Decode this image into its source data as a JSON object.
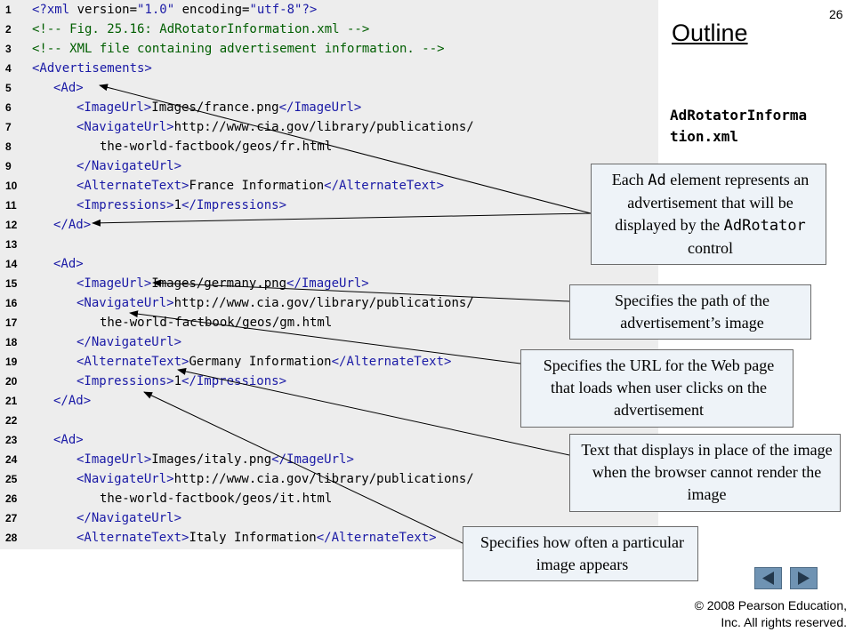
{
  "slide": {
    "number": "26",
    "title": "Outline",
    "file_label": "AdRotatorInforma tion.xml"
  },
  "code_lines": [
    {
      "n": "1",
      "indent": 0,
      "parts": [
        [
          "tag",
          "<?"
        ],
        [
          "tag",
          "xml "
        ],
        [
          "attr",
          "version="
        ],
        [
          "val",
          "\"1.0\" "
        ],
        [
          "attr",
          "encoding="
        ],
        [
          "val",
          "\"utf-8\""
        ],
        [
          "tag",
          "?>"
        ]
      ]
    },
    {
      "n": "2",
      "indent": 0,
      "parts": [
        [
          "comment",
          "<!-- Fig. 25.16: AdRotatorInformation.xml -->"
        ]
      ]
    },
    {
      "n": "3",
      "indent": 0,
      "parts": [
        [
          "comment",
          "<!-- XML file containing advertisement information. -->"
        ]
      ]
    },
    {
      "n": "4",
      "indent": 0,
      "parts": [
        [
          "tag",
          "<Advertisements>"
        ]
      ]
    },
    {
      "n": "5",
      "indent": 1,
      "parts": [
        [
          "tag",
          "<Ad>"
        ]
      ]
    },
    {
      "n": "6",
      "indent": 2,
      "parts": [
        [
          "tag",
          "<ImageUrl>"
        ],
        [
          "attr",
          "Images/france.png"
        ],
        [
          "tag",
          "</ImageUrl>"
        ]
      ]
    },
    {
      "n": "7",
      "indent": 2,
      "parts": [
        [
          "tag",
          "<NavigateUrl>"
        ],
        [
          "attr",
          "http://www.cia.gov/library/publications/"
        ]
      ]
    },
    {
      "n": "8",
      "indent": 3,
      "parts": [
        [
          "attr",
          "the-world-factbook/geos/fr.html"
        ]
      ]
    },
    {
      "n": "9",
      "indent": 2,
      "parts": [
        [
          "tag",
          "</NavigateUrl>"
        ]
      ]
    },
    {
      "n": "10",
      "indent": 2,
      "parts": [
        [
          "tag",
          "<AlternateText>"
        ],
        [
          "attr",
          "France Information"
        ],
        [
          "tag",
          "</AlternateText>"
        ]
      ]
    },
    {
      "n": "11",
      "indent": 2,
      "parts": [
        [
          "tag",
          "<Impressions>"
        ],
        [
          "attr",
          "1"
        ],
        [
          "tag",
          "</Impressions>"
        ]
      ]
    },
    {
      "n": "12",
      "indent": 1,
      "parts": [
        [
          "tag",
          "</Ad>"
        ]
      ]
    },
    {
      "n": "13",
      "indent": 0,
      "parts": []
    },
    {
      "n": "14",
      "indent": 1,
      "parts": [
        [
          "tag",
          "<Ad>"
        ]
      ]
    },
    {
      "n": "15",
      "indent": 2,
      "parts": [
        [
          "tag",
          "<ImageUrl>"
        ],
        [
          "attr",
          "Images/germany.png"
        ],
        [
          "tag",
          "</ImageUrl>"
        ]
      ]
    },
    {
      "n": "16",
      "indent": 2,
      "parts": [
        [
          "tag",
          "<NavigateUrl>"
        ],
        [
          "attr",
          "http://www.cia.gov/library/publications/"
        ]
      ]
    },
    {
      "n": "17",
      "indent": 3,
      "parts": [
        [
          "attr",
          "the-world-factbook/geos/gm.html"
        ]
      ]
    },
    {
      "n": "18",
      "indent": 2,
      "parts": [
        [
          "tag",
          "</NavigateUrl>"
        ]
      ]
    },
    {
      "n": "19",
      "indent": 2,
      "parts": [
        [
          "tag",
          "<AlternateText>"
        ],
        [
          "attr",
          "Germany Information"
        ],
        [
          "tag",
          "</AlternateText>"
        ]
      ]
    },
    {
      "n": "20",
      "indent": 2,
      "parts": [
        [
          "tag",
          "<Impressions>"
        ],
        [
          "attr",
          "1"
        ],
        [
          "tag",
          "</Impressions>"
        ]
      ]
    },
    {
      "n": "21",
      "indent": 1,
      "parts": [
        [
          "tag",
          "</Ad>"
        ]
      ]
    },
    {
      "n": "22",
      "indent": 0,
      "parts": []
    },
    {
      "n": "23",
      "indent": 1,
      "parts": [
        [
          "tag",
          "<Ad>"
        ]
      ]
    },
    {
      "n": "24",
      "indent": 2,
      "parts": [
        [
          "tag",
          "<ImageUrl>"
        ],
        [
          "attr",
          "Images/italy.png"
        ],
        [
          "tag",
          "</ImageUrl>"
        ]
      ]
    },
    {
      "n": "25",
      "indent": 2,
      "parts": [
        [
          "tag",
          "<NavigateUrl>"
        ],
        [
          "attr",
          "http://www.cia.gov/library/publications/"
        ]
      ]
    },
    {
      "n": "26",
      "indent": 3,
      "parts": [
        [
          "attr",
          "the-world-factbook/geos/it.html"
        ]
      ]
    },
    {
      "n": "27",
      "indent": 2,
      "parts": [
        [
          "tag",
          "</NavigateUrl>"
        ]
      ]
    },
    {
      "n": "28",
      "indent": 2,
      "parts": [
        [
          "tag",
          "<AlternateText>"
        ],
        [
          "attr",
          "Italy Information"
        ],
        [
          "tag",
          "</AlternateText>"
        ]
      ]
    }
  ],
  "callouts": {
    "ad_element": {
      "before": "Each ",
      "mono1": "Ad",
      "middle": " element represents an advertisement that will be displayed by the ",
      "mono2": "AdRotator",
      "after": " control"
    },
    "image_path": "Specifies the path of the advertisement’s image",
    "nav_url": "Specifies the URL for the Web page that loads when user clicks on the advertisement",
    "alt_text": "Text that displays in place of the image when the browser cannot render the image",
    "impressions": "Specifies how often a particular image appears"
  },
  "footer": {
    "copyright_line1": "© 2008 Pearson Education,",
    "copyright_line2": "Inc.  All rights reserved."
  },
  "nav": {
    "prev_icon": "triangle-left-icon",
    "next_icon": "triangle-right-icon"
  },
  "colors": {
    "code_bg": "#ededed",
    "callout_bg": "#eef3f8",
    "nav_button": "#6f93b3",
    "tag": "#1a1aa6",
    "comment": "#005e00"
  }
}
